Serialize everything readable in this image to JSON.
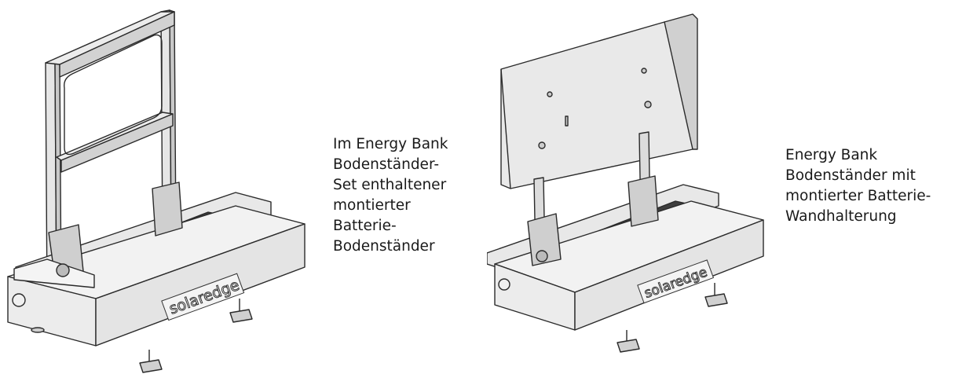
{
  "captions": {
    "left": "Im Energy Bank\nBodenständer-\nSet enthaltener\nmontierter\nBatterie-\nBodenständer",
    "right": "Energy Bank\nBodenständer mit\nmontierter Batterie-\nWandhalterung"
  },
  "logo": {
    "text": "solaredge"
  },
  "colors": {
    "line": "#2a2a2a",
    "metal_light": "#ececec",
    "metal_mid": "#d6d6d6",
    "metal_dark": "#9a9a9a",
    "slot": "#4a4a4a"
  }
}
